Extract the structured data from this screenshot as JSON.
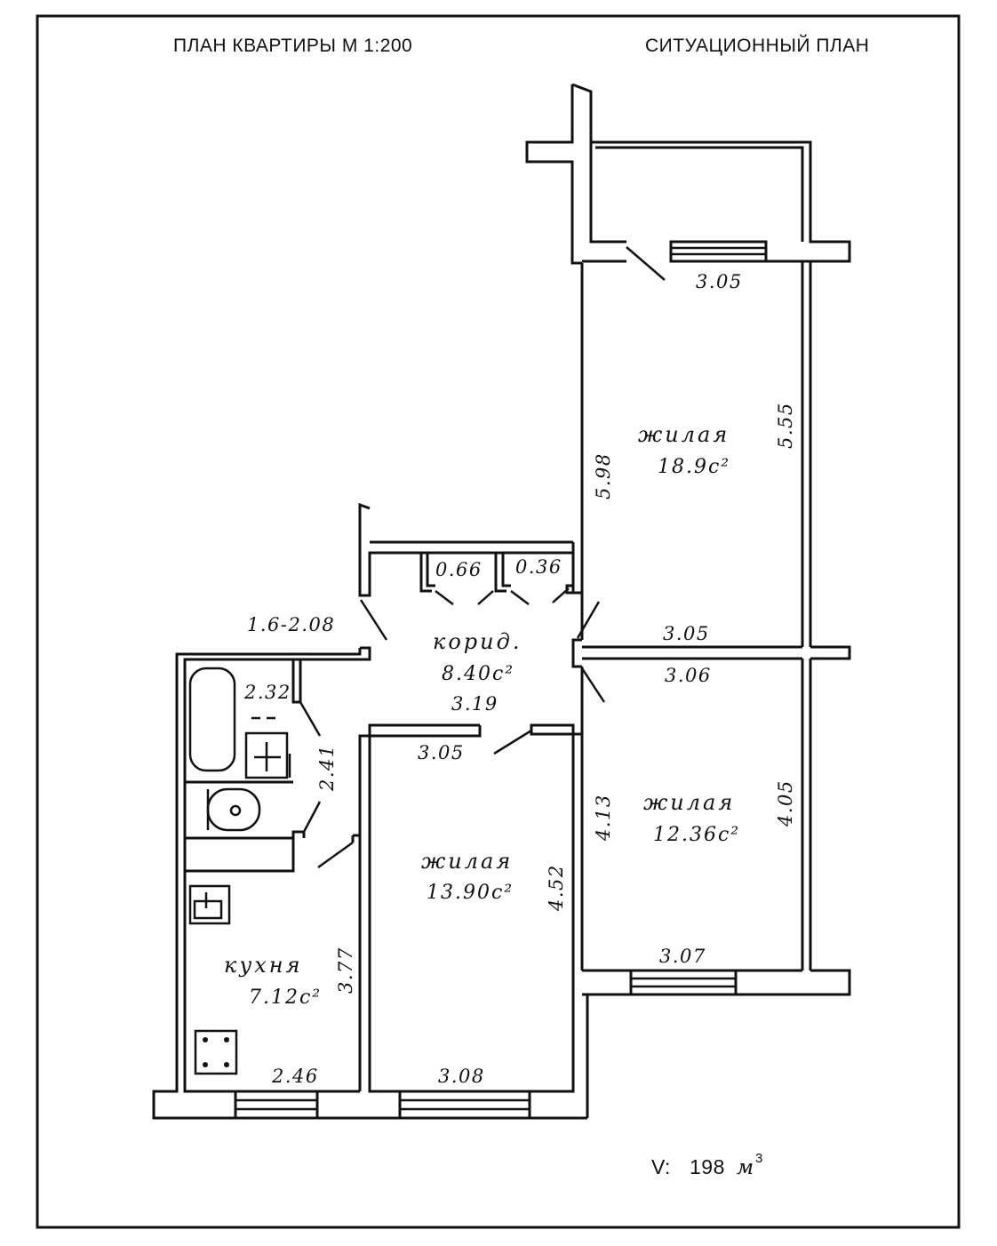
{
  "header": {
    "left_title": "ПЛАН КВАРТИРЫ М 1:200",
    "right_title": "СИТУАЦИОННЫЙ ПЛАН"
  },
  "rooms": {
    "living_large": {
      "name": "жилая",
      "area": "18.9с²"
    },
    "corridor": {
      "name": "корид.",
      "area": "8.40с²"
    },
    "living_right": {
      "name": "жилая",
      "area": "12.36с²"
    },
    "living_middle": {
      "name": "жилая",
      "area": "13.90с²"
    },
    "kitchen": {
      "name": "кухня",
      "area": "7.12с²"
    }
  },
  "closets": {
    "closet_1": "0.66",
    "closet_2": "0.36"
  },
  "dimensions": {
    "large_top": "3.05",
    "large_height": "5.55",
    "large_left": "5.98",
    "large_bottom": "3.05",
    "right_top": "3.06",
    "right_height": "4.05",
    "right_left": "4.13",
    "right_bottom": "3.07",
    "middle_top": "3.05",
    "middle_height": "4.52",
    "middle_bottom": "3.08",
    "corridor_length": "3.19",
    "corridor_hall": "1.6-2.08",
    "bath": "2.32",
    "bath_side": "2.41",
    "kitchen_height": "3.77",
    "kitchen_bottom": "2.46"
  },
  "volume": {
    "label": "V:",
    "value": "198",
    "unit": "м",
    "unit_exp": "3"
  }
}
